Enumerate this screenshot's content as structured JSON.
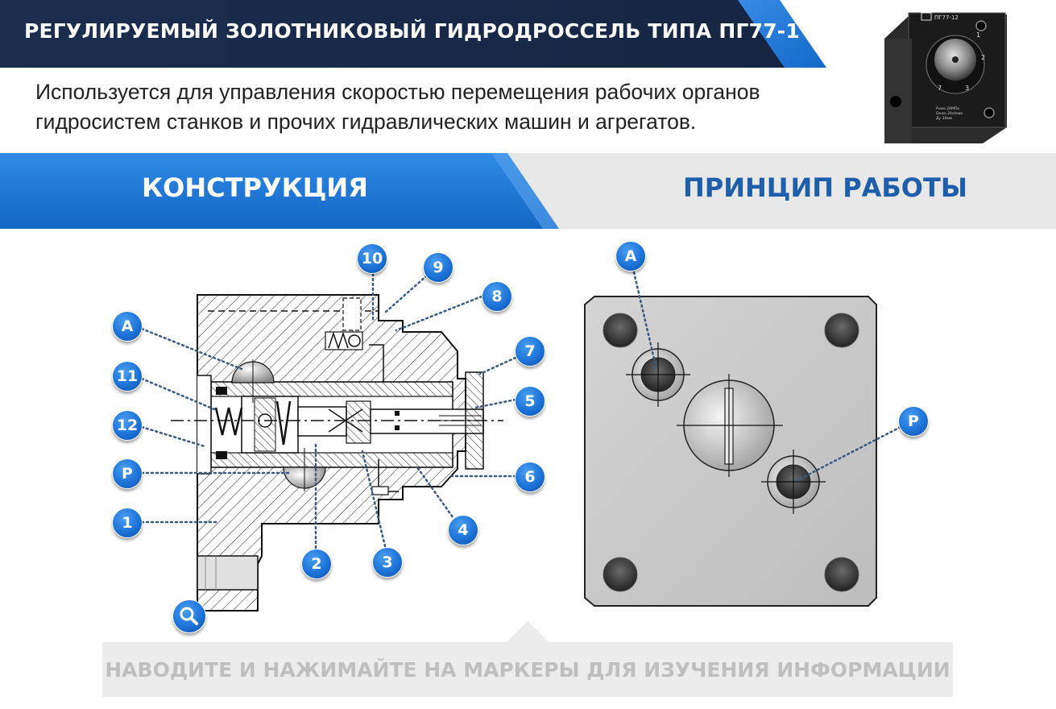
{
  "header": {
    "title": "РЕГУЛИРУЕМЫЙ ЗОЛОТНИКОВЫЙ ГИДРОДРОССЕЛЬ ТИПА ПГ77-1",
    "description": "Используется для управления скоростью перемещения рабочих органов гидросистем станков и прочих гидравлических машин и агрегатов."
  },
  "photo": {
    "label": "ПГ77-12",
    "plate_text": [
      "Pном 20МПа",
      "Qном 20л/мин",
      "Ду 10мм"
    ],
    "dial_numbers": [
      "1",
      "2",
      "3",
      "7"
    ]
  },
  "tabs": {
    "construction": "КОНСТРУКЦИЯ",
    "principle": "ПРИНЦИП РАБОТЫ"
  },
  "markers": {
    "construction": [
      "10",
      "9",
      "8",
      "7",
      "5",
      "6",
      "4",
      "3",
      "2",
      "1",
      "P",
      "12",
      "11",
      "A"
    ],
    "principle": [
      "A",
      "P"
    ]
  },
  "hint": "НАВОДИТЕ И НАЖИМАЙТЕ НА МАРКЕРЫ ДЛЯ ИЗУЧЕНИЯ ИНФОРМАЦИИ",
  "icons": {
    "zoom": "magnifier-icon"
  },
  "colors": {
    "title_bg": "#1a2a4a",
    "accent_blue": "#1d73d8",
    "tab_blue": "#1f5ea8",
    "plate_gray": "#c8c8c8"
  }
}
